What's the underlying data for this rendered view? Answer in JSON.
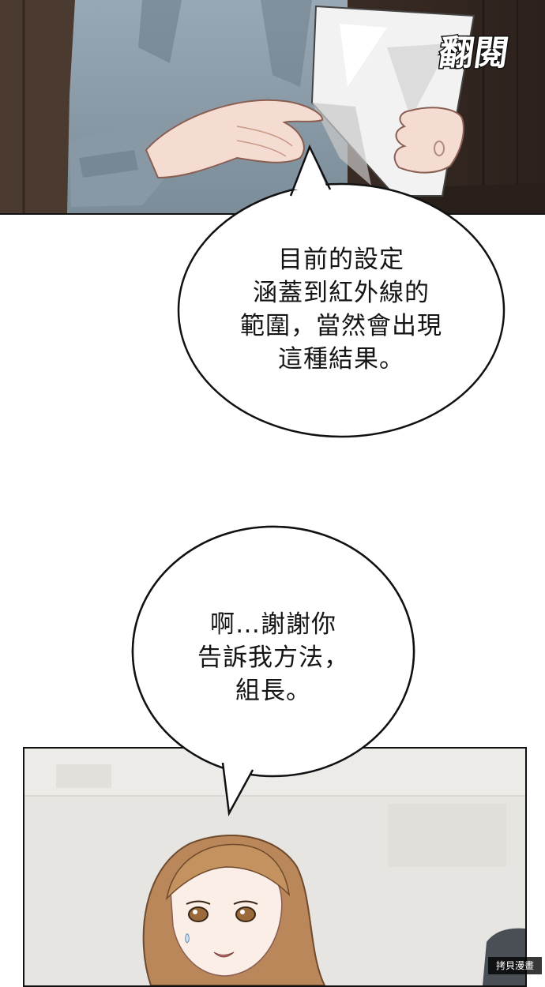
{
  "top_panel": {
    "sound_effect": "翻閱"
  },
  "bubble_1": {
    "lines": [
      "目前的設定",
      "涵蓋到紅外線的",
      "範圍，當然會出現",
      "這種結果。"
    ]
  },
  "bubble_2": {
    "lines": [
      "啊…謝謝你",
      "告訴我方法，",
      "組長。"
    ]
  },
  "watermark": {
    "text": "拷貝漫畫"
  }
}
